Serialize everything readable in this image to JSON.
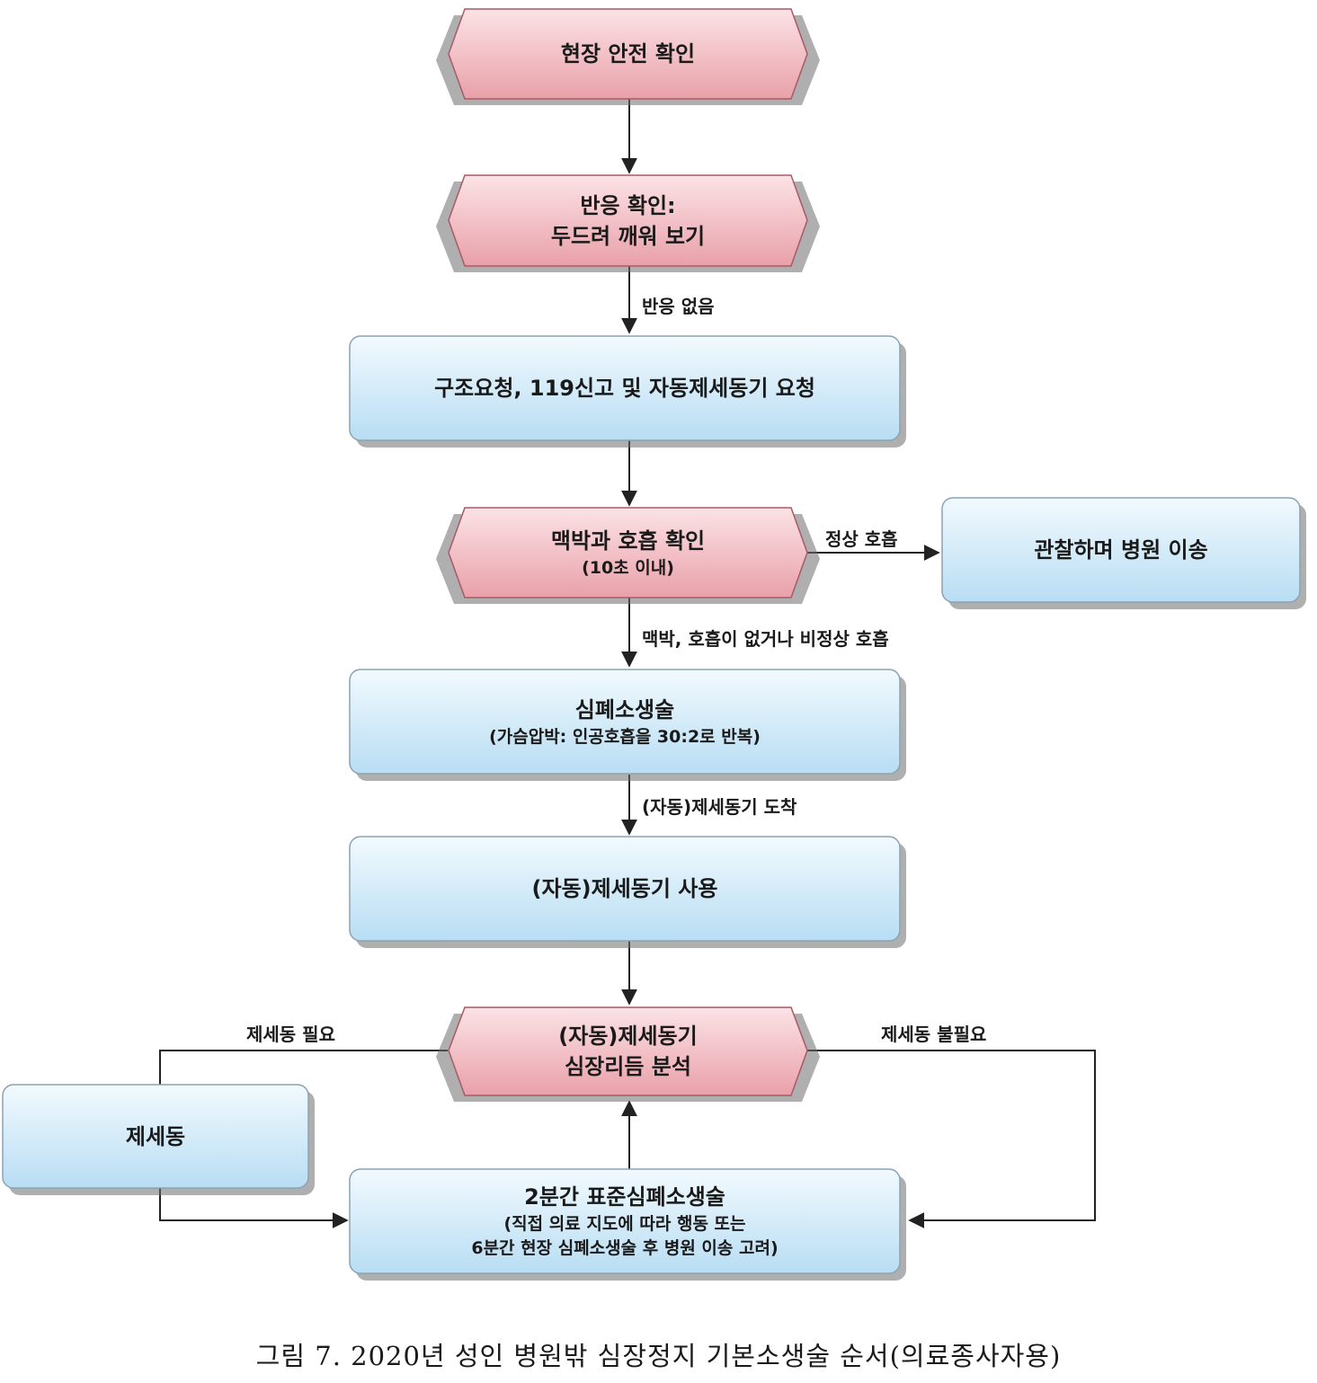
{
  "nodes": {
    "check_scene_safety": {
      "lines": [
        "현장 안전 확인"
      ]
    },
    "check_response": {
      "lines": [
        "반응 확인:",
        "두드려 깨워 보기"
      ]
    },
    "call_for_help": {
      "lines": [
        "구조요청, 119신고 및 자동제세동기 요청"
      ]
    },
    "check_pulse_breathing": {
      "lines": [
        "맥박과 호흡 확인"
      ],
      "sub": [
        "(10초 이내)"
      ]
    },
    "observe_transport": {
      "lines": [
        "관찰하며 병원 이송"
      ]
    },
    "cpr": {
      "lines": [
        "심폐소생술"
      ],
      "sub": [
        "(가슴압박: 인공호흡을 30:2로 반복)"
      ]
    },
    "use_aed": {
      "lines": [
        "(자동)제세동기 사용"
      ]
    },
    "aed_rhythm_analysis": {
      "lines": [
        "(자동)제세동기",
        "심장리듬 분석"
      ]
    },
    "defibrillation": {
      "lines": [
        "제세동"
      ]
    },
    "standard_cpr_2min": {
      "lines": [
        "2분간 표준심폐소생술"
      ],
      "sub": [
        "(직접 의료 지도에 따라 행동 또는",
        "6분간 현장 심폐소생술 후 병원 이송 고려)"
      ]
    }
  },
  "edge_labels": {
    "no_response": "반응 없음",
    "normal_breathing": "정상 호흡",
    "no_pulse_breathing": "맥박, 호흡이 없거나 비정상 호흡",
    "aed_arrival": "(자동)제세동기 도착",
    "shock_needed": "제세동 필요",
    "shock_not_needed": "제세동 불필요"
  },
  "caption": "그림 7. 2020년 성인 병원밖 심장정지 기본소생술 순서(의료종사자용)",
  "colors": {
    "decision_fill_light": "#fbe3e6",
    "decision_fill_dark": "#e9a0a9",
    "decision_stroke": "#a85a66",
    "action_fill_light": "#f2fafe",
    "action_fill_dark": "#b8ddf3",
    "action_stroke": "#8aa3b3",
    "line": "#222222"
  }
}
